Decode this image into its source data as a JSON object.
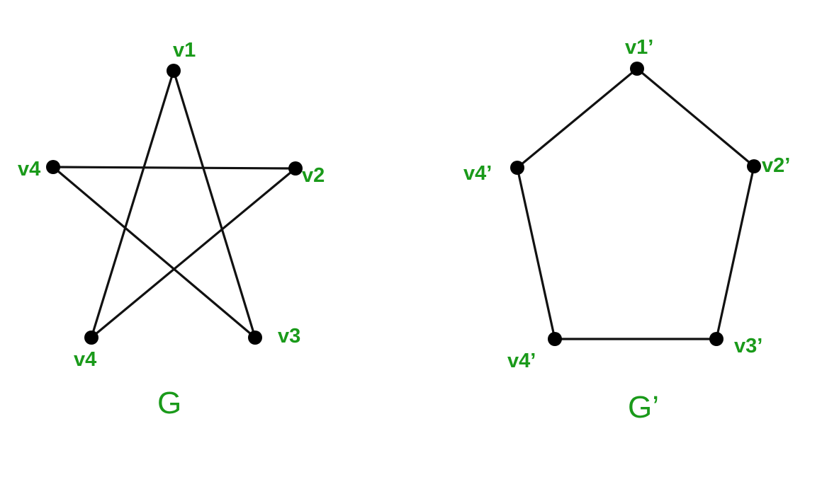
{
  "label_color": "#1a9a1a",
  "edge_color": "#111111",
  "node_color": "#000000",
  "graphs": [
    {
      "name": "G",
      "vertices": [
        "v1",
        "v2",
        "v3",
        "v4",
        "v4"
      ],
      "edges": [
        [
          "v1",
          "v3"
        ],
        [
          "v3",
          "v4"
        ],
        [
          "v4",
          "v2"
        ],
        [
          "v2",
          "v4"
        ],
        [
          "v4",
          "v1"
        ]
      ]
    },
    {
      "name": "G’",
      "vertices": [
        "v1’",
        "v2’",
        "v3’",
        "v4’",
        "v4’"
      ],
      "edges": [
        [
          "v1’",
          "v2’"
        ],
        [
          "v2’",
          "v3’"
        ],
        [
          "v3’",
          "v4’"
        ],
        [
          "v4’",
          "v4’"
        ],
        [
          "v4’",
          "v1’"
        ]
      ]
    }
  ]
}
